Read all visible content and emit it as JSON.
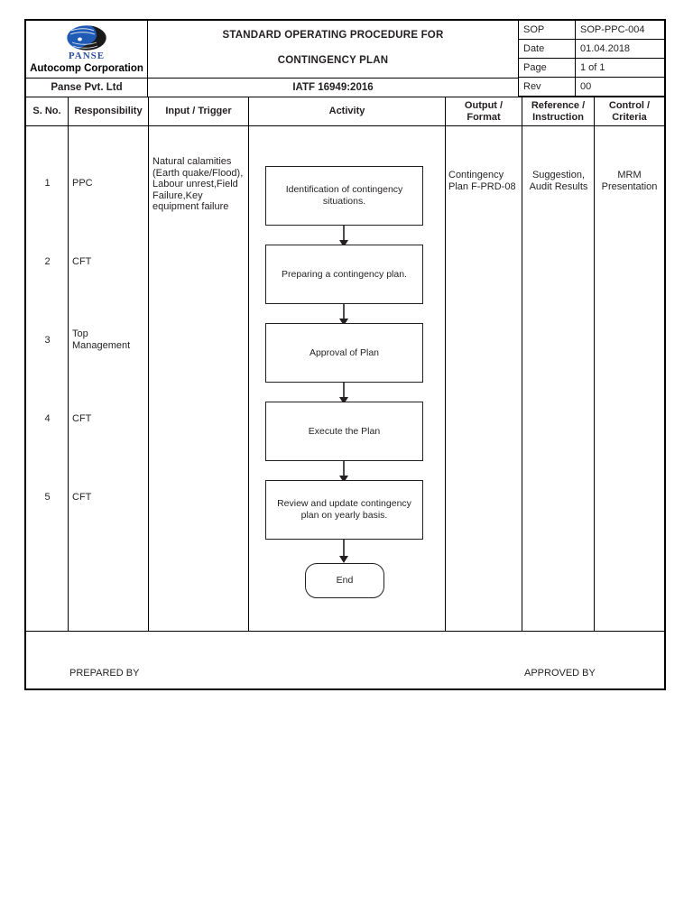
{
  "document": {
    "company": {
      "logo_text": "PANSE",
      "name_line1": "Autocomp Corporation",
      "name_line2": "Panse Pvt. Ltd"
    },
    "title": {
      "line1": "STANDARD OPERATING PROCEDURE  FOR",
      "line2": "CONTINGENCY PLAN",
      "standard": "IATF 16949:2016"
    },
    "meta": [
      {
        "key": "SOP",
        "value": "SOP-PPC-004"
      },
      {
        "key": "Date",
        "value": "01.04.2018"
      },
      {
        "key": "Page",
        "value": "1 of 1"
      },
      {
        "key": "Rev",
        "value": "00"
      }
    ],
    "columns": [
      "S. No.",
      "Responsibility",
      "Input /  Trigger",
      "Activity",
      "Output /\nFormat",
      "Reference /\nInstruction",
      "Control /\nCriteria"
    ],
    "column_headers": {
      "sno": "S. No.",
      "responsibility": "Responsibility",
      "input_trigger": "Input /  Trigger",
      "activity": "Activity",
      "output_format_l1": "Output /",
      "output_format_l2": "Format",
      "reference_l1": "Reference /",
      "reference_l2": "Instruction",
      "control_l1": "Control /",
      "control_l2": "Criteria"
    },
    "rows": [
      {
        "sno": "1",
        "responsibility": "PPC"
      },
      {
        "sno": "2",
        "responsibility": "CFT"
      },
      {
        "sno": "3",
        "responsibility": "Top\nManagement"
      },
      {
        "sno": "4",
        "responsibility": "CFT"
      },
      {
        "sno": "5",
        "responsibility": "CFT"
      }
    ],
    "input_trigger": "Natural calamities (Earth quake/Flood), Labour unrest,Field Failure,Key equipment failure",
    "output_format": "Contingency Plan F-PRD-08",
    "reference_instruction": "Suggestion, Audit Results",
    "control_criteria": "MRM Presentation",
    "flowchart": {
      "type": "flowchart",
      "nodes": [
        {
          "id": "n1",
          "shape": "rect",
          "label": "Identification of contingency situations."
        },
        {
          "id": "n2",
          "shape": "rect",
          "label": "Preparing a contingency plan."
        },
        {
          "id": "n3",
          "shape": "rect",
          "label": "Approval of Plan"
        },
        {
          "id": "n4",
          "shape": "rect",
          "label": "Execute the Plan"
        },
        {
          "id": "n5",
          "shape": "rect",
          "label": "Review and update contingency plan on  yearly basis."
        },
        {
          "id": "n6",
          "shape": "rounded",
          "label": "End"
        }
      ],
      "edges": [
        {
          "from": "n1",
          "to": "n2"
        },
        {
          "from": "n2",
          "to": "n3"
        },
        {
          "from": "n3",
          "to": "n4"
        },
        {
          "from": "n4",
          "to": "n5"
        },
        {
          "from": "n5",
          "to": "n6"
        }
      ]
    },
    "footer": {
      "prepared_by": "PREPARED BY",
      "approved_by": "APPROVED BY"
    }
  }
}
